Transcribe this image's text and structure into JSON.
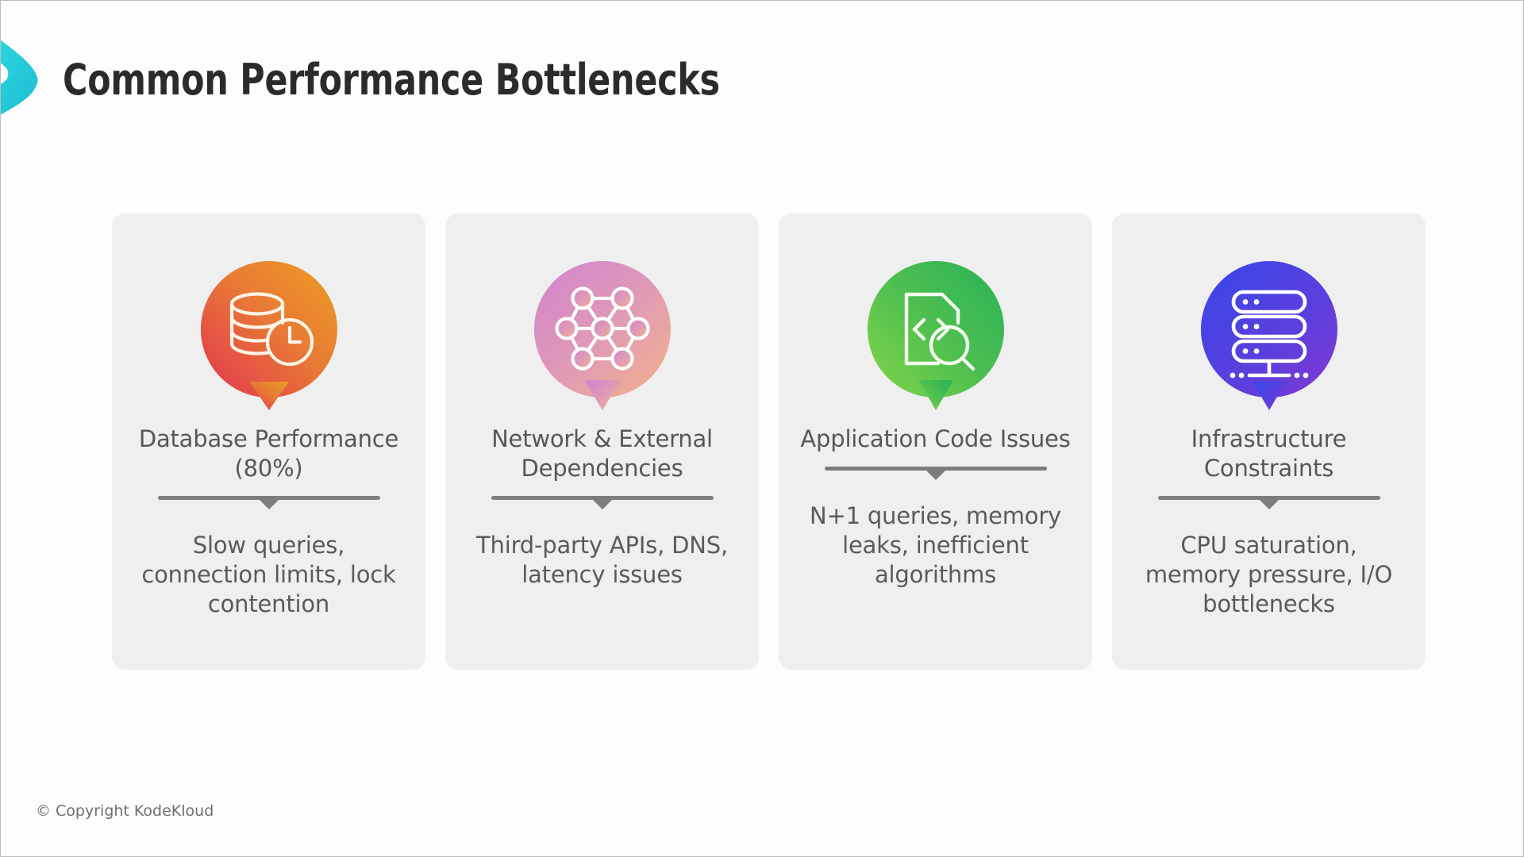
{
  "slide": {
    "title": "Common Performance Bottlenecks",
    "background_color": "#fdfdfd",
    "footer": "© Copyright KodeKloud"
  },
  "brand": {
    "icon": "chevron-logo",
    "gradient_start": "#2ee6e0",
    "gradient_end": "#1fb8d4"
  },
  "cards": [
    {
      "icon": "database-clock-icon",
      "title": "Database Performance (80%)",
      "description": "Slow queries, connection limits, lock contention",
      "gradient_start": "#e2394d",
      "gradient_end": "#eb9a24",
      "percent": "80%"
    },
    {
      "icon": "network-mesh-icon",
      "title": "Network & External Dependencies",
      "description": "Third-party APIs, DNS, latency issues",
      "gradient_start": "#d488c9",
      "gradient_end": "#f0ad93",
      "percent": ""
    },
    {
      "icon": "code-document-search-icon",
      "title": "Application Code Issues",
      "description": "N+1 queries, memory leaks, inefficient algorithms",
      "gradient_start": "#2eb357",
      "gradient_end": "#8ed84a",
      "percent": ""
    },
    {
      "icon": "server-rack-icon",
      "title": "Infrastructure Constraints",
      "description": "CPU saturation, memory pressure, I/O bottlenecks",
      "gradient_start": "#3b46e8",
      "gradient_end": "#7c3ad4",
      "percent": ""
    }
  ],
  "style": {
    "card_background": "#efefef",
    "divider_color": "#7d7d7d",
    "title_color": "#2b2b2b",
    "text_color": "#575757"
  }
}
